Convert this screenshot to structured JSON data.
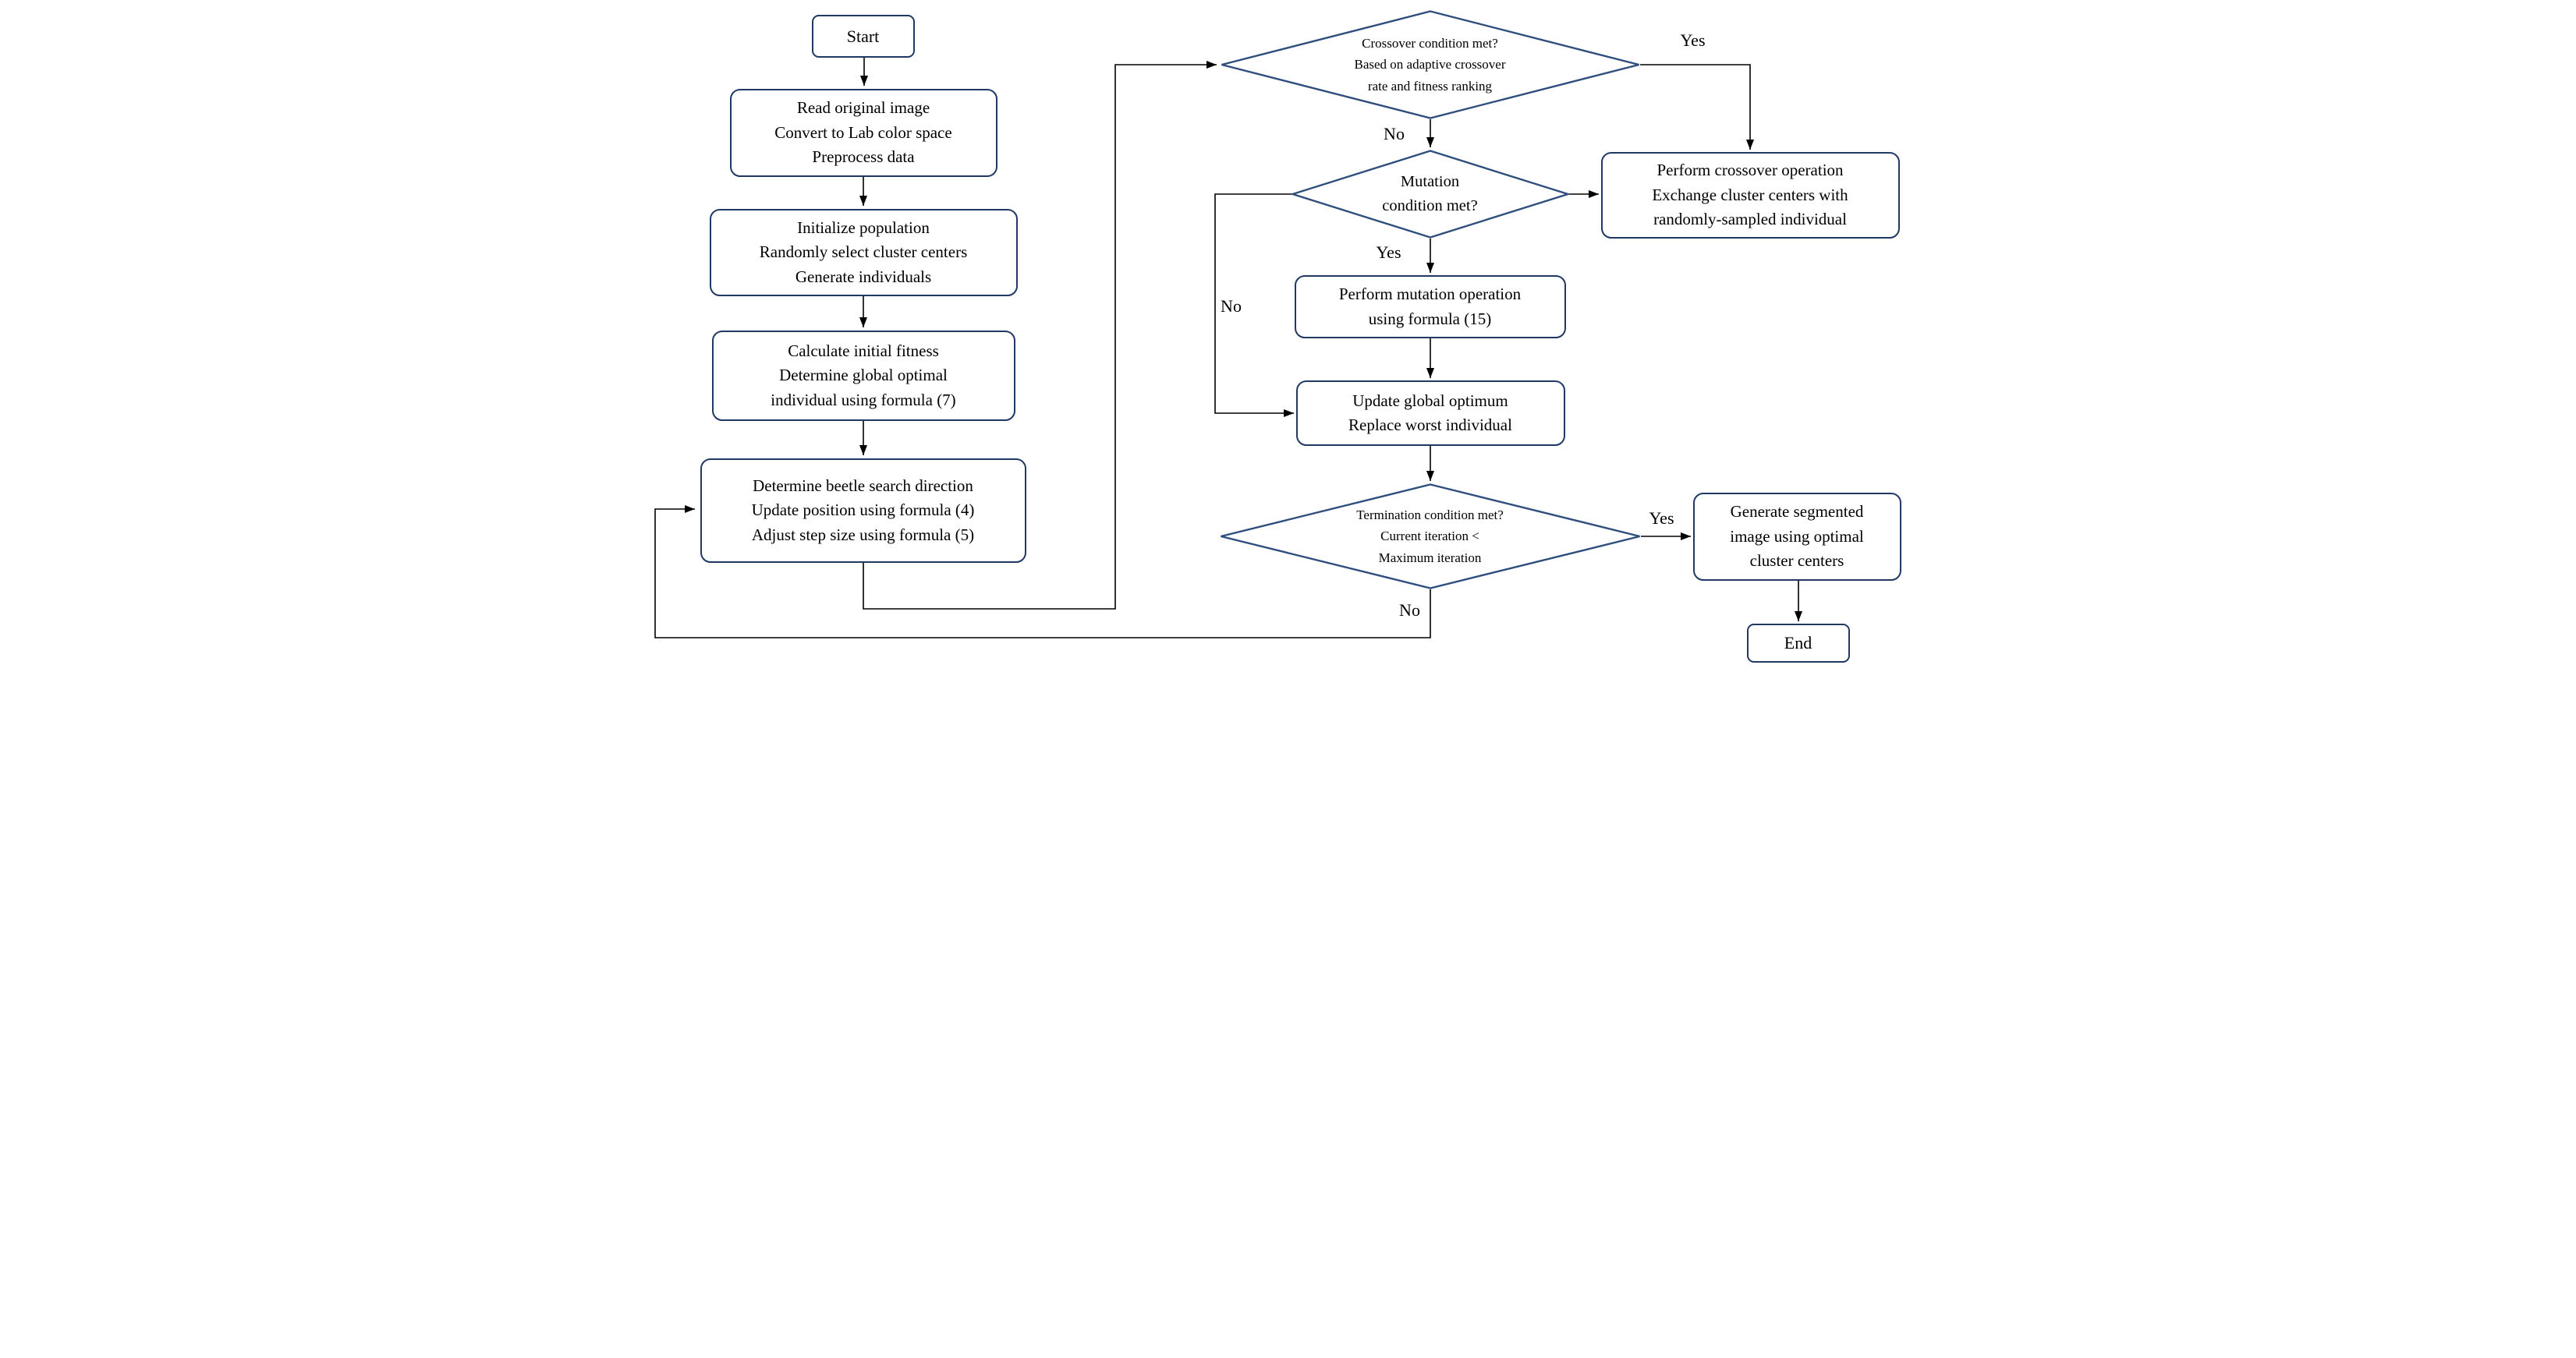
{
  "title": "Flowchart: adaptive beetle-swarm clustering image segmentation algorithm",
  "colors": {
    "box-border": "#1f3864",
    "diamond-border": "#2e4e7e",
    "line": "#000000",
    "text": "#000000",
    "bg": "#ffffff"
  },
  "nodes": {
    "start": {
      "type": "terminal",
      "lines": [
        "Start"
      ]
    },
    "preprocess": {
      "type": "process",
      "lines": [
        "Read original image",
        "Convert to Lab color space",
        "Preprocess data"
      ]
    },
    "init_population": {
      "type": "process",
      "lines": [
        "Initialize population",
        "Randomly select cluster centers",
        "Generate individuals"
      ]
    },
    "initial_fitness": {
      "type": "process",
      "lines": [
        "Calculate initial fitness",
        "Determine global optimal",
        "individual using formula (7)"
      ]
    },
    "beetle_search": {
      "type": "process",
      "lines": [
        "Determine beetle search direction",
        "Update position using formula (4)",
        "Adjust step size using formula (5)"
      ]
    },
    "crossover_decision": {
      "type": "decision",
      "lines": [
        "Crossover condition met?",
        "Based on adaptive crossover",
        "rate and fitness ranking"
      ]
    },
    "mutation_decision": {
      "type": "decision",
      "lines": [
        "Mutation",
        "condition met?"
      ]
    },
    "crossover_op": {
      "type": "process",
      "lines": [
        "Perform crossover operation",
        "Exchange cluster centers with",
        "randomly-sampled individual"
      ]
    },
    "mutation_op": {
      "type": "process",
      "lines": [
        "Perform mutation operation",
        "using formula (15)"
      ]
    },
    "update_optimum": {
      "type": "process",
      "lines": [
        "Update global optimum",
        "Replace worst individual"
      ]
    },
    "termination_decision": {
      "type": "decision",
      "lines": [
        "Termination condition met?",
        "Current iteration <",
        "Maximum iteration"
      ]
    },
    "generate_segmented": {
      "type": "process",
      "lines": [
        "Generate segmented",
        "image using optimal",
        "cluster centers"
      ]
    },
    "end": {
      "type": "terminal",
      "lines": [
        "End"
      ]
    }
  },
  "edge_labels": {
    "crossover_yes": "Yes",
    "crossover_no": "No",
    "mutation_yes": "Yes",
    "mutation_no": "No",
    "termination_yes": "Yes",
    "termination_no": "No"
  }
}
